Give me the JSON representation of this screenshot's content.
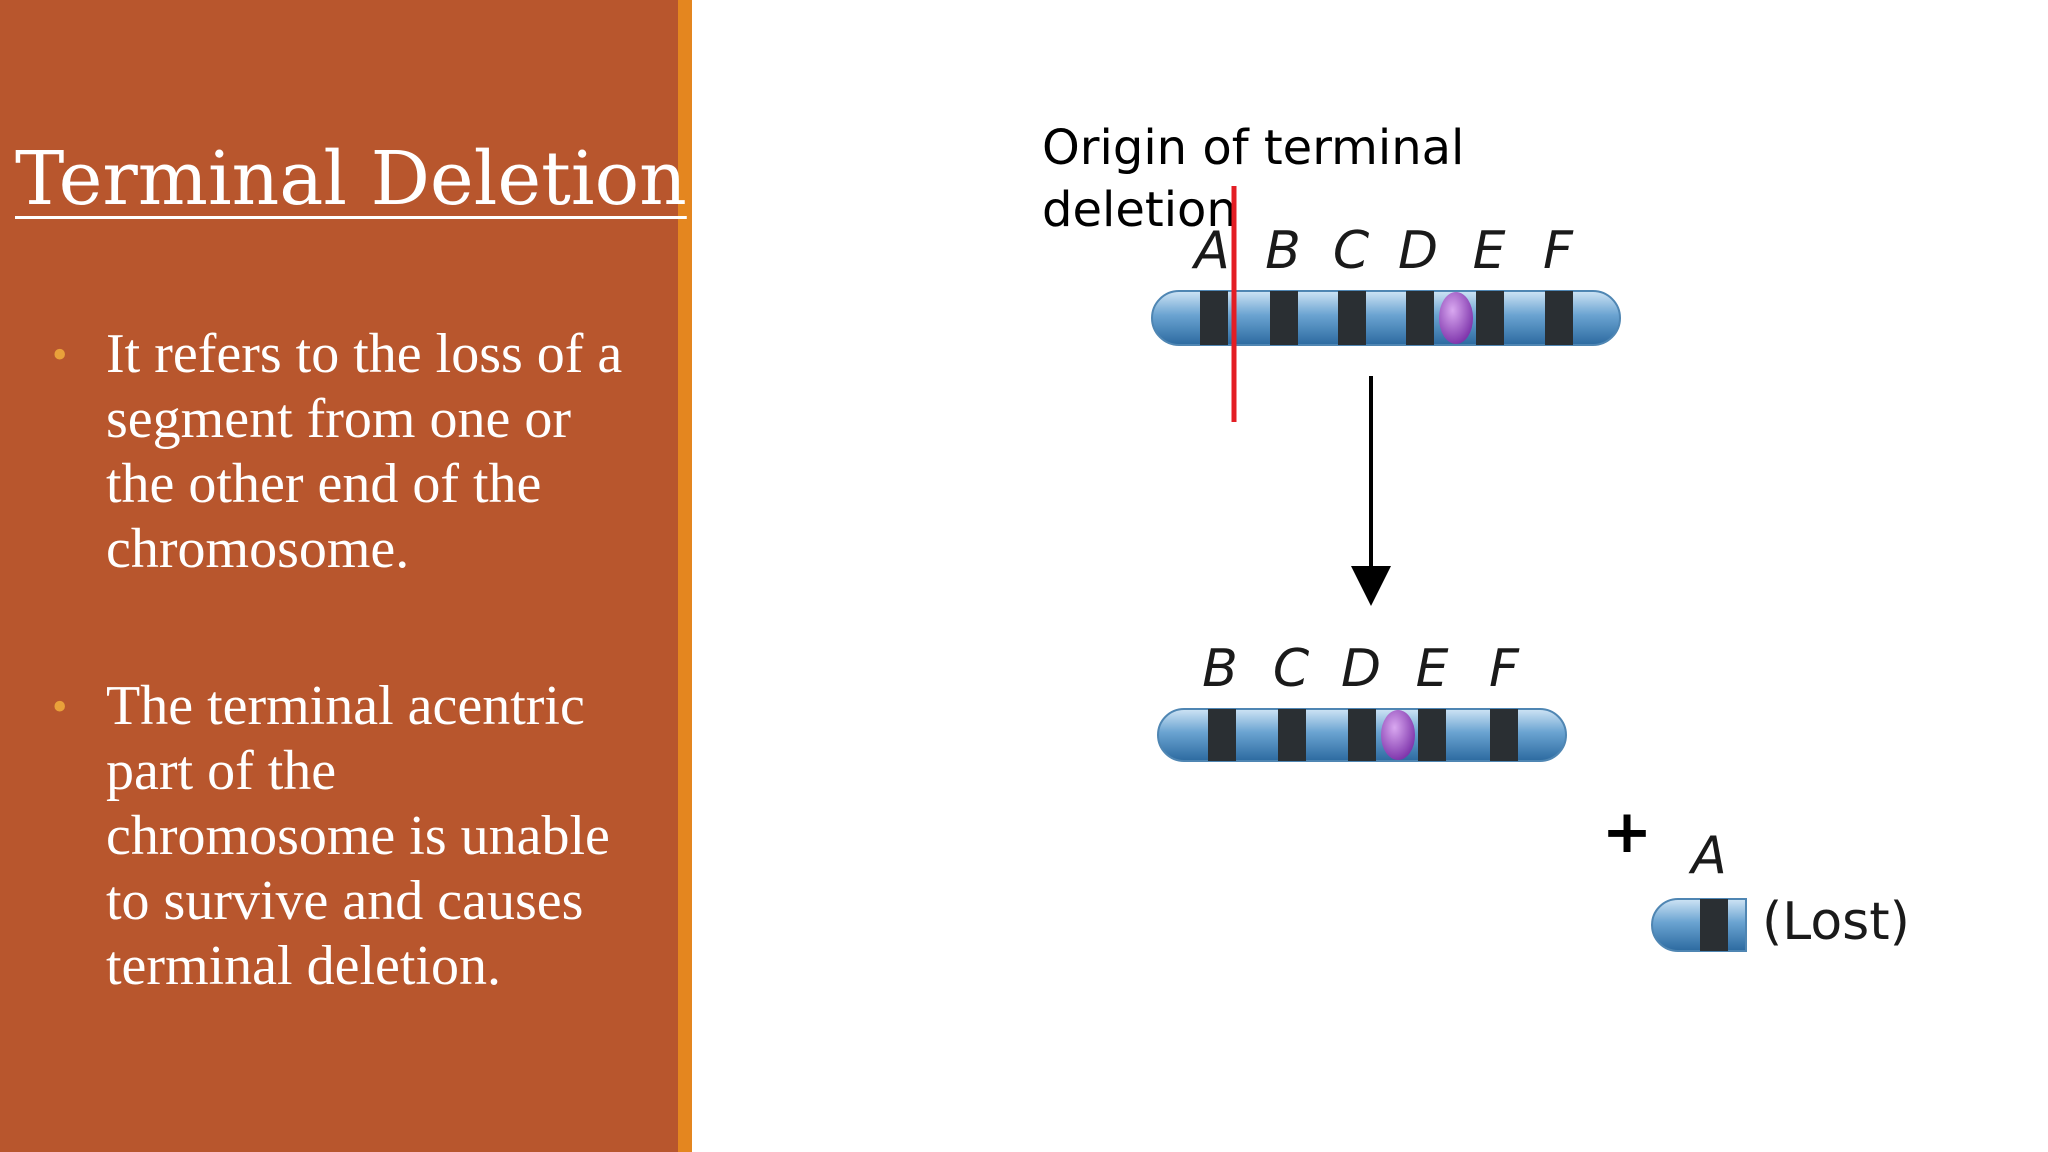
{
  "slide": {
    "title": "Terminal Deletion",
    "bullets": [
      {
        "lines": [
          "It refers to the loss of a",
          "segment from one or",
          "the other end of the",
          "chromosome."
        ]
      },
      {
        "lines": [
          "The terminal acentric",
          "part of the",
          "chromosome is unable",
          "to survive and causes",
          "terminal deletion."
        ]
      }
    ]
  },
  "diagram": {
    "origin_label": [
      "Origin of terminal",
      "deletion"
    ],
    "original_chromosome_labels": [
      "A",
      "B",
      "C",
      "D",
      "E",
      "F"
    ],
    "deleted_chromosome_labels": [
      "B",
      "C",
      "D",
      "E",
      "F"
    ],
    "plus_sign": "+",
    "lost_fragment_label": "A",
    "lost_text": "(Lost)"
  },
  "colors": {
    "panel": "#b8562d",
    "accent": "#e4861f",
    "bullet": "#e9a13a",
    "chromosome": "#6aa3d1",
    "band": "#2a2f33",
    "centromere": "#8a3fb8",
    "break_line": "#e31e24"
  }
}
